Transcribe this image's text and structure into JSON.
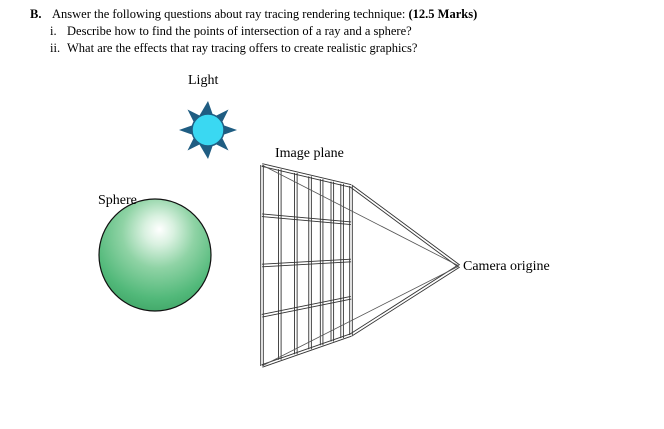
{
  "question": {
    "number": "B.",
    "text": "Answer the following questions about ray tracing rendering technique:",
    "marks": "(12.5 Marks)",
    "sub_items": [
      {
        "number": "i.",
        "text": "Describe how to find the points of intersection of a ray and a sphere?"
      },
      {
        "number": "ii.",
        "text": "What are the effects that ray tracing offers to create realistic graphics?"
      }
    ]
  },
  "figure": {
    "labels": {
      "light": "Light",
      "image_plane": "Image plane",
      "sphere": "Sphere",
      "camera": "Camera origine"
    },
    "icons": [
      "sun-icon",
      "sphere-shape",
      "image-plane-grid",
      "view-frustum"
    ],
    "colors": {
      "sun_core": "#3ad8f2",
      "sun_rays": "#1f5d82",
      "sphere_base": "#52b97a",
      "sphere_highlight": "#ffffff",
      "grid_lines": "#444444"
    }
  }
}
